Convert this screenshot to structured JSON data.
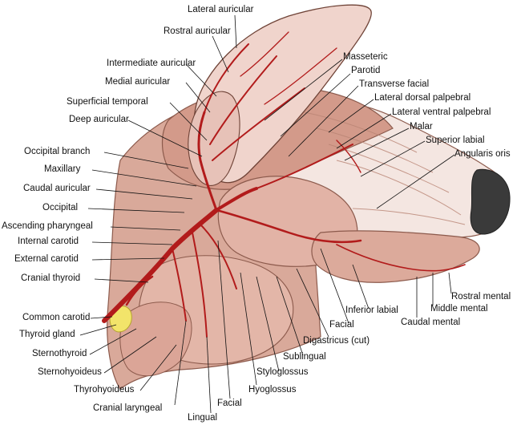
{
  "colors": {
    "muscle": "#d9a99a",
    "muscle_dark": "#b98474",
    "skin": "#f2dcd5",
    "artery": "#b21b1b",
    "nose": "#3a3a3a",
    "thyroid": "#f2e46a",
    "leader": "#111111"
  },
  "labels": {
    "lateral_auricular": "Lateral auricular",
    "rostral_auricular": "Rostral auricular",
    "intermediate_auricular": "Intermediate auricular",
    "medial_auricular": "Medial auricular",
    "superficial_temporal": "Superficial temporal",
    "deep_auricular": "Deep auricular",
    "occipital_branch": "Occipital branch",
    "maxillary": "Maxillary",
    "caudal_auricular": "Caudal auricular",
    "occipital": "Occipital",
    "ascending_pharyngeal": "Ascending pharyngeal",
    "internal_carotid": "Internal carotid",
    "external_carotid": "External carotid",
    "cranial_thyroid": "Cranial thyroid",
    "common_carotid": "Common carotid",
    "thyroid_gland": "Thyroid gland",
    "sternothyroid": "Sternothyroid",
    "sternohyoideus": "Sternohyoideus",
    "thyrohyoideus": "Thyrohyoideus",
    "cranial_laryngeal": "Cranial laryngeal",
    "lingual": "Lingual",
    "facial_lower": "Facial",
    "hyoglossus": "Hyoglossus",
    "styloglossus": "Styloglossus",
    "sublingual": "Sublingual",
    "digastricus": "Digastricus (cut)",
    "facial_right": "Facial",
    "inferior_labial": "Inferior labial",
    "caudal_mental": "Caudal mental",
    "middle_mental": "Middle mental",
    "rostral_mental": "Rostral mental",
    "masseteric": "Masseteric",
    "parotid": "Parotid",
    "transverse_facial": "Transverse facial",
    "lateral_dorsal_palpebral": "Lateral dorsal palpebral",
    "lateral_ventral_palpebral": "Lateral ventral palpebral",
    "malar": "Malar",
    "superior_labial": "Superior labial",
    "angularis_oris": "Angularis oris"
  }
}
